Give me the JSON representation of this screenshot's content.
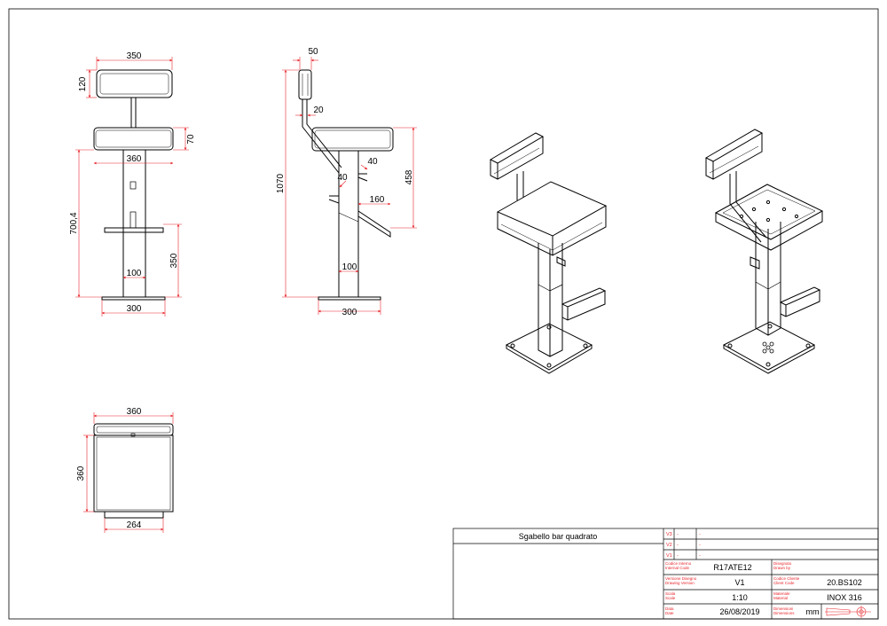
{
  "drawing": {
    "front_view": {
      "dims": {
        "backrest_width": "350",
        "backrest_height": "120",
        "seat_thickness": "70",
        "seat_width": "360",
        "seat_height": "700,4",
        "footrest_height": "350",
        "column_width": "100",
        "base_width": "300"
      }
    },
    "side_view": {
      "dims": {
        "backrest_thickness": "50",
        "back_tube": "20",
        "total_height": "1070",
        "bracket_a": "40",
        "bracket_b": "40",
        "footrest_depth": "160",
        "seat_to_footrest": "458",
        "column_width": "100",
        "base_width": "300"
      }
    },
    "top_view": {
      "dims": {
        "seat_width": "360",
        "seat_depth": "360",
        "base_width": "264"
      }
    }
  },
  "title_block": {
    "title": "Sgabello bar quadrato",
    "revisions": [
      {
        "rev": "V3",
        "a": "-",
        "b": "-"
      },
      {
        "rev": "V2",
        "a": "-",
        "b": "-"
      },
      {
        "rev": "V1",
        "a": "-",
        "b": "-"
      }
    ],
    "internal_code_label_it": "Codice Interno",
    "internal_code_label_en": "Internal Code",
    "internal_code": "R17ATE12",
    "drawn_by_label_it": "Disegnato",
    "drawn_by_label_en": "Drawn by",
    "drawn_by": "",
    "version_label_it": "Versione Disegno",
    "version_label_en": "Drawing Version",
    "version": "V1",
    "client_code_label_it": "Codice Cliente",
    "client_code_label_en": "Client Code",
    "client_code": "20.BS102",
    "scale_label_it": "Scala",
    "scale_label_en": "Scale",
    "scale": "1:10",
    "material_label_it": "Materiale",
    "material_label_en": "Material",
    "material": "INOX 316",
    "date_label_it": "Data",
    "date_label_en": "Date",
    "date": "26/08/2019",
    "dimension_label_it": "Dimensioni",
    "dimension_label_en": "Dimensions",
    "dimension_unit": "mm"
  }
}
